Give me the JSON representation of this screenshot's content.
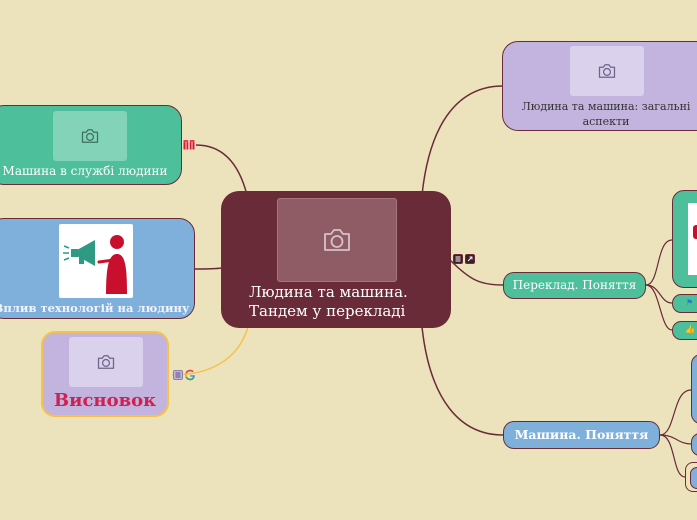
{
  "colors": {
    "background": "#ece3bd",
    "central": "#6a2b38",
    "green": "#4dbf9a",
    "blue": "#7fb0dc",
    "lavender": "#c2b4de",
    "connector_main": "#6a2b38",
    "connector_conclusion": "#f6c24a",
    "conclusion_text": "#d02050"
  },
  "central": {
    "title_line1": "Людина та машина.",
    "title_line2": "Тандем у перекладі"
  },
  "nodes": {
    "service": {
      "label": "Машина в службі людини"
    },
    "impact": {
      "label": "Вплив технологій на людину"
    },
    "conclusion": {
      "label": "Висновок"
    },
    "aspects": {
      "label": "Людина та машина: загальні аспекти"
    },
    "translation": {
      "label": "Переклад. Поняття"
    },
    "machine": {
      "label": "Машина. Поняття"
    }
  },
  "icons": {
    "photo_placeholder": "camera-icon",
    "service_badge": "gift-icon",
    "central_badges": [
      "notes-icon",
      "link-icon"
    ],
    "conclusion_badges": [
      "notes-icon",
      "google-icon"
    ],
    "impact_image": "megaphone-person-icon",
    "translation_child_1": "flag-icon",
    "translation_child_2": "thumbs-up-icon"
  }
}
